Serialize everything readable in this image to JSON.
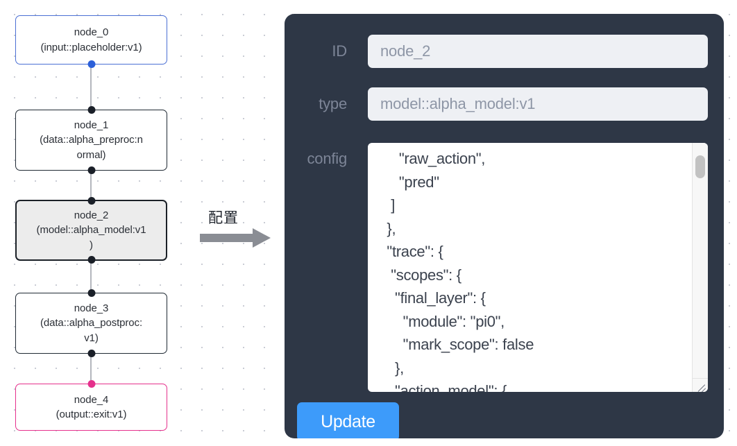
{
  "graph": {
    "nodes": [
      {
        "id": "node_0",
        "label": "node_0\n(input::placeholder:v1)",
        "kind": "input",
        "accent": "#4a6fd4"
      },
      {
        "id": "node_1",
        "label": "node_1\n(data::alpha_preproc:n\normal)",
        "kind": "default",
        "accent": "#1f2933"
      },
      {
        "id": "node_2",
        "label": "node_2\n(model::alpha_model:v1\n)",
        "kind": "selected",
        "accent": "#1b2027"
      },
      {
        "id": "node_3",
        "label": "node_3\n(data::alpha_postproc:\nv1)",
        "kind": "default",
        "accent": "#1f2933"
      },
      {
        "id": "node_4",
        "label": "node_4\n(output::exit:v1)",
        "kind": "output",
        "accent": "#e5308c"
      }
    ]
  },
  "annotation": {
    "text": "配置",
    "arrow_color": "#8a8d94"
  },
  "panel": {
    "background": "#2e3746",
    "fields": {
      "id": {
        "label": "ID",
        "value": "node_2"
      },
      "type": {
        "label": "type",
        "value": "model::alpha_model:v1"
      },
      "config": {
        "label": "config",
        "value": "      \"raw_action\",\n      \"pred\"\n    ]\n   },\n   \"trace\": {\n    \"scopes\": {\n     \"final_layer\": {\n       \"module\": \"pi0\",\n       \"mark_scope\": false\n     },\n     \"action_model\": {"
      }
    },
    "update_button": {
      "label": "Update",
      "color": "#3d9bfa"
    }
  }
}
